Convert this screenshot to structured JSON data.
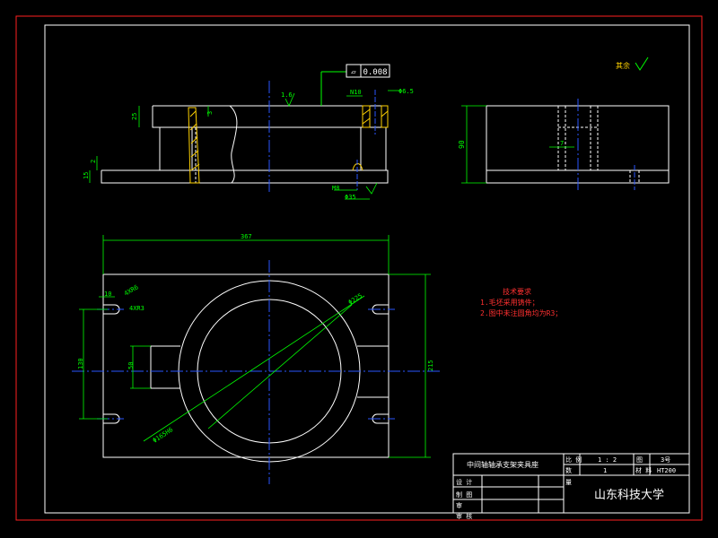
{
  "colors": {
    "background": "#000000",
    "outline": "#ffffff",
    "centerline": "#2a56ff",
    "dimension": "#00ff00",
    "hatch": "#ffd200",
    "notes": "#ff3030",
    "titleblock": "#ffffff"
  },
  "front_view": {
    "flatness_symbol": "▱",
    "flatness_value": "0.008",
    "dims": {
      "roughness_top": "1.6",
      "h_top": "25",
      "h_gap": "3",
      "h_base1": "2",
      "h_base2": "15",
      "n10": "N10",
      "d65": "Φ6.5",
      "m8": "M8",
      "d35": "Φ35"
    }
  },
  "side_view": {
    "dims": {
      "height": "90",
      "slot": "7"
    }
  },
  "top_view": {
    "dims": {
      "width": "367",
      "height": "215",
      "h130": "130",
      "h50": "50",
      "r10": "10",
      "slot_4r": "4XR6",
      "slot_r3": "4XR3",
      "dia_outer": "Φ225",
      "dia_inner": "Φ165H6"
    }
  },
  "surface_finish_note": "其余",
  "tech_requirements": {
    "title": "技术要求",
    "items": [
      "1.毛坯采用铸件；",
      "2.图中未注圆角均为R3；"
    ]
  },
  "title_block": {
    "drawing_name": "中间轴轴承支架夹具座",
    "scale_label": "比 例",
    "scale_value": "1 : 2",
    "drawing_no_label": "图",
    "drawing_no_value": "3号",
    "quantity_label": "数",
    "quantity_value": "1",
    "material_label": "材 料",
    "material_value": "HT200",
    "designer_label": "设 计",
    "drafter_label": "制 图",
    "checker_label": "审",
    "approver_label": "审 核",
    "quantity_label_2": "量",
    "school": "山东科技大学"
  }
}
